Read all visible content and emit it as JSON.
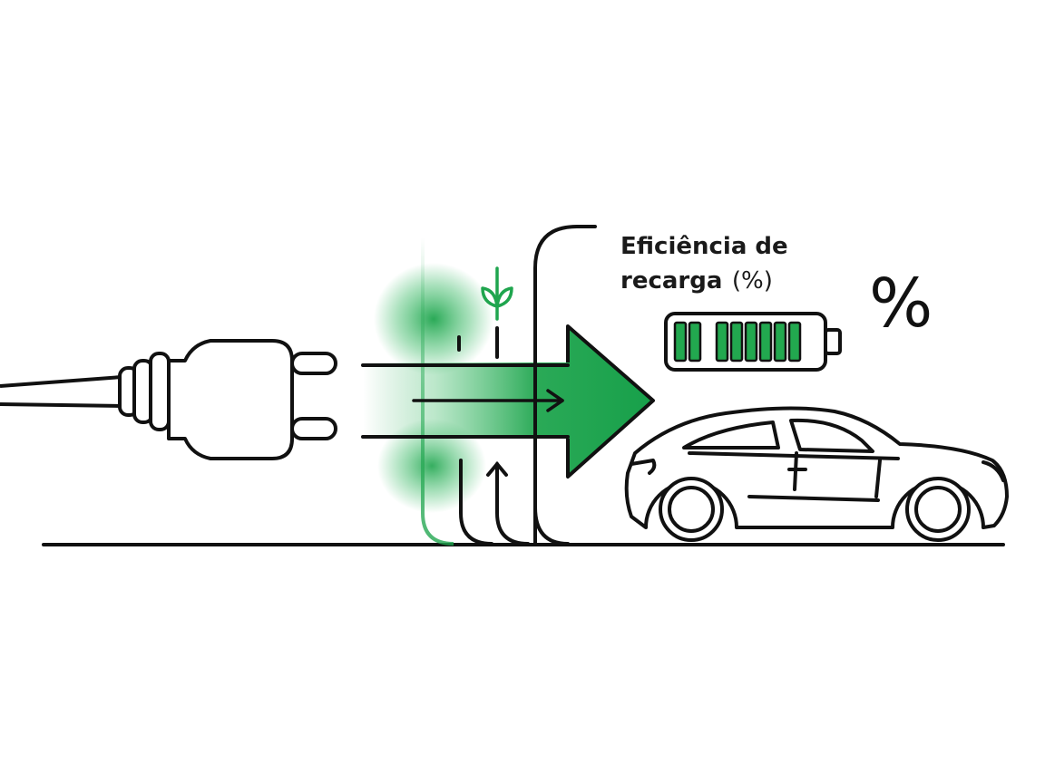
{
  "label": {
    "line1": "Eficiência de",
    "line2_bold": "recarga",
    "line2_unit": "(%)"
  },
  "percent_symbol": "%",
  "battery": {
    "filled_segments": 8,
    "total_segments": 8
  },
  "icons": [
    "plug-icon",
    "energy-arrow-icon",
    "leaf-sprout-icon",
    "battery-icon",
    "car-icon"
  ],
  "colors": {
    "stroke": "#111111",
    "accent_green": "#1fa54e",
    "accent_green_light": "#5ccf86",
    "battery_fill": "#22a84f",
    "background": "#ffffff"
  }
}
